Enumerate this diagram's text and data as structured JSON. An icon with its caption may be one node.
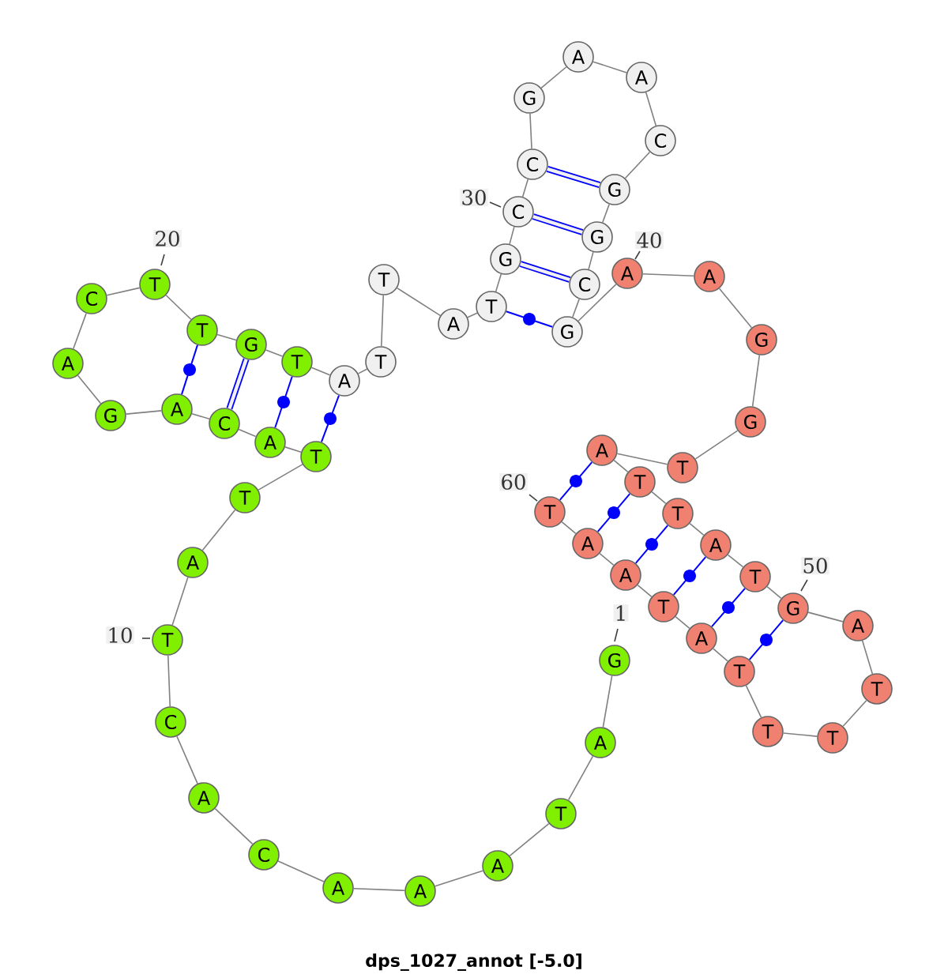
{
  "diagram": {
    "caption": "dps_1027_annot [-5.0]",
    "nodes": [
      {
        "text": [
          "G"
        ],
        "beside": [
          "1"
        ]
      },
      {
        "text": [
          "A"
        ]
      },
      {
        "text": [
          "T"
        ]
      },
      {
        "text": [
          "A"
        ]
      },
      {
        "text": [
          "A"
        ]
      },
      {
        "text": [
          "A"
        ]
      },
      {
        "text": [
          "C"
        ]
      },
      {
        "text": [
          "A"
        ]
      },
      {
        "text": [
          "C"
        ]
      },
      {
        "text": [
          "T"
        ],
        "beside": [
          "10"
        ]
      },
      {
        "text": [
          "A"
        ]
      },
      {
        "text": [
          "T"
        ]
      },
      {
        "text": [
          "T"
        ]
      },
      {
        "text": [
          "A"
        ]
      },
      {
        "text": [
          "C"
        ]
      },
      {
        "text": [
          "A"
        ]
      },
      {
        "text": [
          "G"
        ]
      },
      {
        "text": [
          "A"
        ]
      },
      {
        "text": [
          "C"
        ]
      },
      {
        "text": [
          "T"
        ],
        "beside": [
          "20"
        ]
      },
      {
        "text": [
          "T"
        ]
      },
      {
        "text": [
          "G"
        ]
      },
      {
        "text": [
          "T"
        ]
      },
      {
        "text": [
          "A"
        ]
      },
      {
        "text": [
          "T"
        ]
      },
      {
        "text": [
          "T"
        ]
      },
      {
        "text": [
          "A"
        ]
      },
      {
        "text": [
          "T"
        ]
      },
      {
        "text": [
          "G"
        ]
      },
      {
        "text": [
          "C"
        ],
        "beside": [
          "30"
        ]
      },
      {
        "text": [
          "C"
        ]
      },
      {
        "text": [
          "G"
        ]
      },
      {
        "text": [
          "A"
        ]
      },
      {
        "text": [
          "A"
        ]
      },
      {
        "text": [
          "C"
        ]
      },
      {
        "text": [
          "G"
        ]
      },
      {
        "text": [
          "G"
        ]
      },
      {
        "text": [
          "C"
        ]
      },
      {
        "text": [
          "G"
        ]
      },
      {
        "text": [
          "A"
        ],
        "beside": [
          "40"
        ]
      },
      {
        "text": [
          "A"
        ]
      },
      {
        "text": [
          "G"
        ]
      },
      {
        "text": [
          "G"
        ]
      },
      {
        "text": [
          "T"
        ]
      },
      {
        "text": [
          "A"
        ]
      },
      {
        "text": [
          "T"
        ]
      },
      {
        "text": [
          "T"
        ]
      },
      {
        "text": [
          "A"
        ]
      },
      {
        "text": [
          "T"
        ]
      },
      {
        "text": [
          "G"
        ],
        "beside": [
          "50"
        ]
      },
      {
        "text": [
          "A"
        ]
      },
      {
        "text": [
          "T"
        ]
      },
      {
        "text": [
          "T"
        ]
      },
      {
        "text": [
          "T"
        ]
      },
      {
        "text": [
          "T"
        ]
      },
      {
        "text": [
          "A"
        ]
      },
      {
        "text": [
          "T"
        ]
      },
      {
        "text": [
          "A"
        ]
      },
      {
        "text": [
          "A"
        ]
      },
      {
        "text": [
          "T"
        ],
        "beside": [
          "60"
        ]
      }
    ],
    "edges": [
      {
        "from": 0,
        "to": 1,
        "arrow": "none"
      },
      {
        "from": 1,
        "to": 2,
        "arrow": "none"
      },
      {
        "from": 2,
        "to": 3,
        "arrow": "none"
      },
      {
        "from": 3,
        "to": 4,
        "arrow": "none"
      },
      {
        "from": 4,
        "to": 5,
        "arrow": "none"
      },
      {
        "from": 5,
        "to": 6,
        "arrow": "none"
      },
      {
        "from": 6,
        "to": 7,
        "arrow": "none"
      },
      {
        "from": 7,
        "to": 8,
        "arrow": "none"
      },
      {
        "from": 8,
        "to": 9,
        "arrow": "none"
      },
      {
        "from": 9,
        "to": 10,
        "arrow": "none"
      },
      {
        "from": 10,
        "to": 11,
        "arrow": "none"
      },
      {
        "from": 11,
        "to": 12,
        "arrow": "none"
      },
      {
        "from": 12,
        "to": 13,
        "arrow": "none"
      },
      {
        "from": 13,
        "to": 14,
        "arrow": "none"
      },
      {
        "from": 14,
        "to": 15,
        "arrow": "none"
      },
      {
        "from": 15,
        "to": 16,
        "arrow": "none"
      },
      {
        "from": 16,
        "to": 17,
        "arrow": "none"
      },
      {
        "from": 17,
        "to": 18,
        "arrow": "none"
      },
      {
        "from": 18,
        "to": 19,
        "arrow": "none"
      },
      {
        "from": 19,
        "to": 20,
        "arrow": "none"
      },
      {
        "from": 20,
        "to": 21,
        "arrow": "none"
      },
      {
        "from": 21,
        "to": 22,
        "arrow": "none"
      },
      {
        "from": 22,
        "to": 23,
        "arrow": "none"
      },
      {
        "from": 23,
        "to": 24,
        "arrow": "none"
      },
      {
        "from": 24,
        "to": 25,
        "arrow": "none"
      },
      {
        "from": 25,
        "to": 26,
        "arrow": "none"
      },
      {
        "from": 26,
        "to": 27,
        "arrow": "none"
      },
      {
        "from": 27,
        "to": 28,
        "arrow": "none"
      },
      {
        "from": 28,
        "to": 29,
        "arrow": "none"
      },
      {
        "from": 29,
        "to": 30,
        "arrow": "none"
      },
      {
        "from": 30,
        "to": 31,
        "arrow": "none"
      },
      {
        "from": 31,
        "to": 32,
        "arrow": "none"
      },
      {
        "from": 32,
        "to": 33,
        "arrow": "none"
      },
      {
        "from": 33,
        "to": 34,
        "arrow": "none"
      },
      {
        "from": 34,
        "to": 35,
        "arrow": "none"
      },
      {
        "from": 35,
        "to": 36,
        "arrow": "none"
      },
      {
        "from": 36,
        "to": 37,
        "arrow": "none"
      },
      {
        "from": 37,
        "to": 38,
        "arrow": "none"
      },
      {
        "from": 38,
        "to": 39,
        "arrow": "none"
      },
      {
        "from": 39,
        "to": 40,
        "arrow": "none"
      },
      {
        "from": 40,
        "to": 41,
        "arrow": "none"
      },
      {
        "from": 41,
        "to": 42,
        "arrow": "none"
      },
      {
        "from": 42,
        "to": 43,
        "arrow": "none"
      },
      {
        "from": 43,
        "to": 44,
        "arrow": "none"
      },
      {
        "from": 44,
        "to": 45,
        "arrow": "none"
      },
      {
        "from": 45,
        "to": 46,
        "arrow": "none"
      },
      {
        "from": 46,
        "to": 47,
        "arrow": "none"
      },
      {
        "from": 47,
        "to": 48,
        "arrow": "none"
      },
      {
        "from": 48,
        "to": 49,
        "arrow": "none"
      },
      {
        "from": 49,
        "to": 50,
        "arrow": "none"
      },
      {
        "from": 50,
        "to": 51,
        "arrow": "none"
      },
      {
        "from": 51,
        "to": 52,
        "arrow": "none"
      },
      {
        "from": 52,
        "to": 53,
        "arrow": "none"
      },
      {
        "from": 53,
        "to": 54,
        "arrow": "none"
      },
      {
        "from": 54,
        "to": 55,
        "arrow": "none"
      },
      {
        "from": 55,
        "to": 56,
        "arrow": "none"
      },
      {
        "from": 56,
        "to": 57,
        "arrow": "none"
      },
      {
        "from": 57,
        "to": 58,
        "arrow": "none"
      },
      {
        "from": 58,
        "to": 59,
        "arrow": "none"
      },
      {
        "from": 20,
        "to": 15,
        "arrow": "none",
        "color": "#0000ff"
      },
      {
        "from": 21,
        "to": 14,
        "arrow": "none",
        "color": "#0000ff",
        "style": "thick"
      },
      {
        "from": 22,
        "to": 13,
        "arrow": "none",
        "color": "#0000ff"
      },
      {
        "from": 23,
        "to": 12,
        "arrow": "none",
        "color": "#0000ff"
      },
      {
        "from": 27,
        "to": 38,
        "arrow": "none",
        "color": "#0000ff"
      },
      {
        "from": 28,
        "to": 37,
        "arrow": "none",
        "color": "#0000ff",
        "style": "thick"
      },
      {
        "from": 29,
        "to": 36,
        "arrow": "none",
        "color": "#0000ff",
        "style": "thick"
      },
      {
        "from": 30,
        "to": 35,
        "arrow": "none",
        "color": "#0000ff",
        "style": "thick"
      },
      {
        "from": 44,
        "to": 59,
        "arrow": "none",
        "color": "#0000ff"
      },
      {
        "from": 45,
        "to": 58,
        "arrow": "none",
        "color": "#0000ff"
      },
      {
        "from": 46,
        "to": 57,
        "arrow": "none",
        "color": "#0000ff"
      },
      {
        "from": 47,
        "to": 56,
        "arrow": "none",
        "color": "#0000ff"
      },
      {
        "from": 48,
        "to": 55,
        "arrow": "none",
        "color": "#0000ff"
      },
      {
        "from": 49,
        "to": 54,
        "arrow": "none",
        "color": "#0000ff"
      }
    ]
  }
}
